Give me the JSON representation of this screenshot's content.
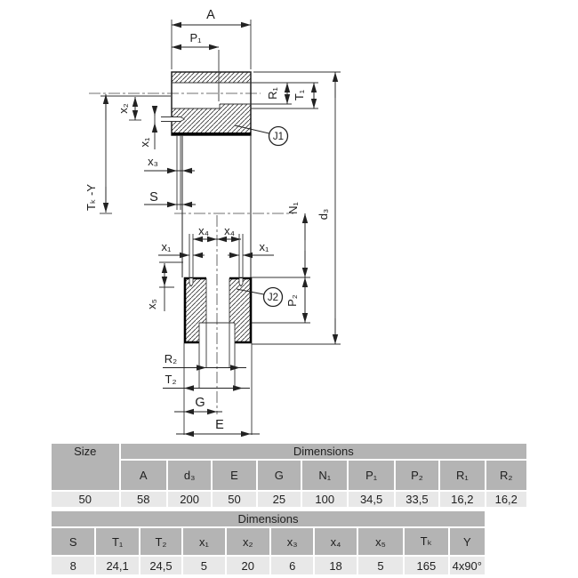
{
  "drawing": {
    "labels": {
      "A": "A",
      "P1": "P₁",
      "R1": "R₁",
      "T1": "T₁",
      "x1": "x₁",
      "x2": "x₂",
      "x3": "x₃",
      "x4": "x₄",
      "x5": "x₅",
      "S": "S",
      "TkY": "Tₖ -Y",
      "N1": "N₁",
      "d3": "d₃",
      "P2": "P₂",
      "R2": "R₂",
      "T2": "T₂",
      "G": "G",
      "E": "E",
      "J1": "J1",
      "J2": "J2"
    }
  },
  "table1": {
    "size_header": "Size",
    "dims_header": "Dimensions",
    "columns": [
      "A",
      "d₃",
      "E",
      "G",
      "N₁",
      "P₁",
      "P₂",
      "R₁",
      "R₂"
    ],
    "row": {
      "size": "50",
      "values": [
        "58",
        "200",
        "50",
        "25",
        "100",
        "34,5",
        "33,5",
        "16,2",
        "16,2"
      ]
    }
  },
  "table2": {
    "dims_header": "Dimensions",
    "columns": [
      "S",
      "T₁",
      "T₂",
      "x₁",
      "x₂",
      "x₃",
      "x₄",
      "x₅",
      "Tₖ",
      "Y"
    ],
    "values": [
      "8",
      "24,1",
      "24,5",
      "5",
      "20",
      "6",
      "18",
      "5",
      "165",
      "4x90°"
    ]
  },
  "colors": {
    "header_gray": "#b4b4b4",
    "data_gray": "#e8e8e8",
    "line_dark": "#222222"
  }
}
